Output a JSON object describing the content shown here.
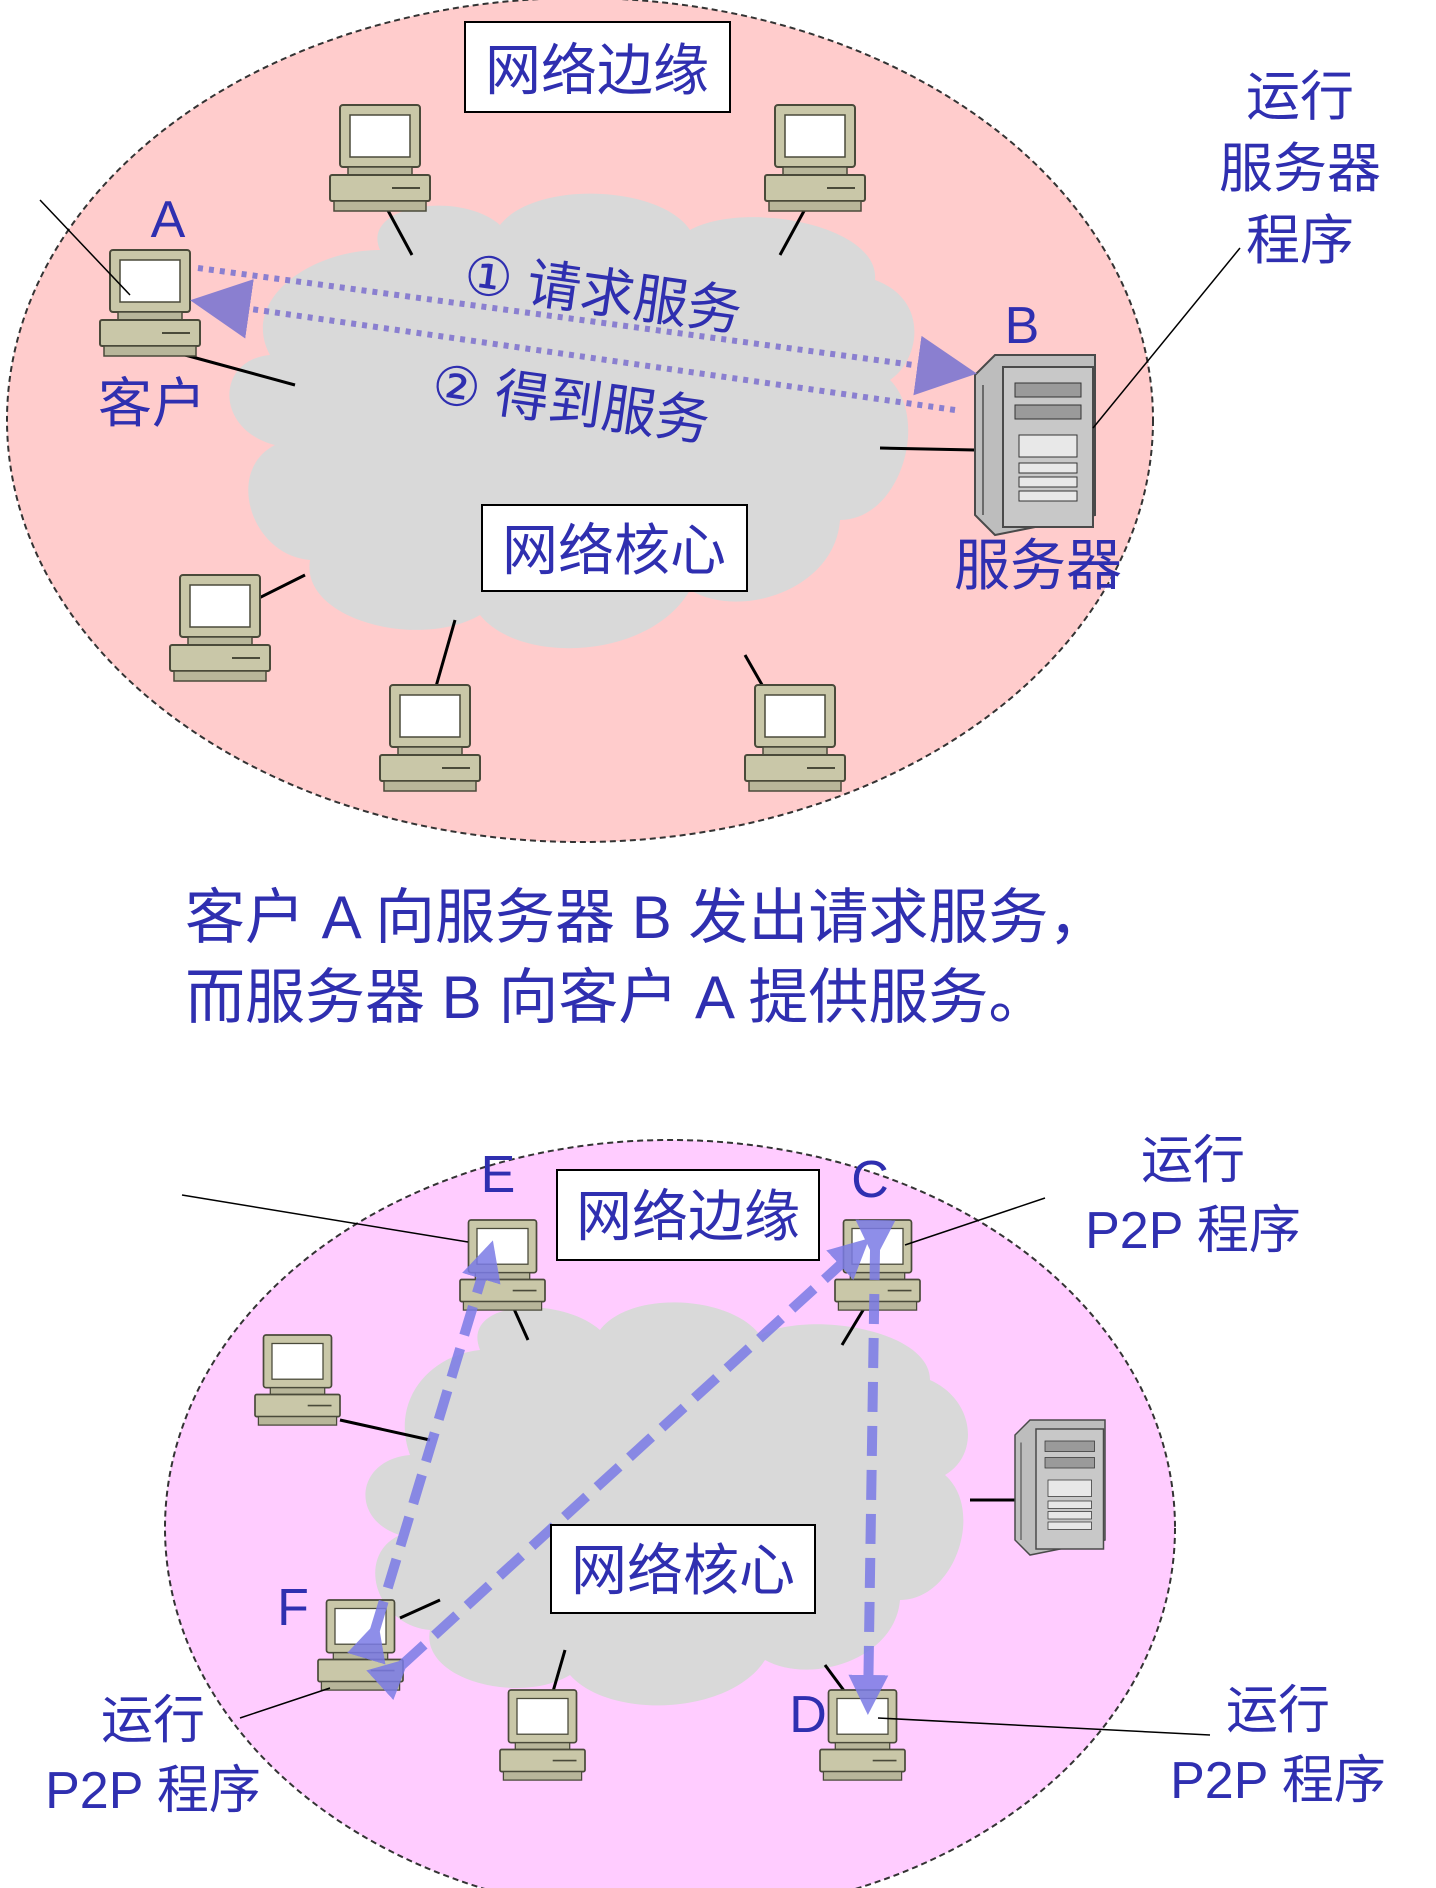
{
  "colors": {
    "text": "#2f2fb0",
    "edge_top_fill": "#ffcccc",
    "edge_bottom_fill": "#ffccff",
    "core_fill": "#d9d9d9",
    "arrow_cs": "#8a7fd0",
    "arrow_p2p": "#7b7be6"
  },
  "top": {
    "edge_label": "网络边缘",
    "core_label": "网络核心",
    "client_letter": "A",
    "client_label": "客户",
    "server_letter": "B",
    "server_label": "服务器",
    "server_program": [
      "运行",
      "服务器",
      "程序"
    ],
    "step1": "① 请求服务",
    "step2": "② 得到服务"
  },
  "caption": [
    "客户 A 向服务器 B 发出请求服务，",
    "而服务器 B 向客户 A 提供服务。"
  ],
  "bottom": {
    "edge_label": "网络边缘",
    "core_label": "网络核心",
    "peer_e": "E",
    "peer_c": "C",
    "peer_f": "F",
    "peer_d": "D",
    "program_c": [
      "运行",
      "P2P 程序"
    ],
    "program_f": [
      "运行",
      "P2P 程序"
    ],
    "program_d": [
      "运行",
      "P2P 程序"
    ]
  }
}
